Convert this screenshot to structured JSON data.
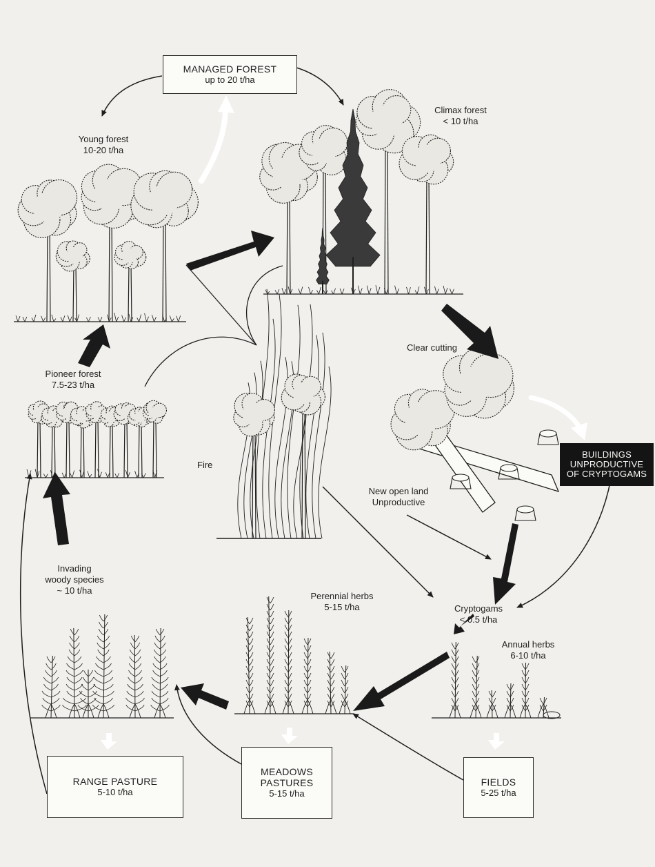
{
  "colors": {
    "background": "#f1f0ec",
    "ink": "#1e1e1e",
    "foliage_fill": "#e9e8e2",
    "white_arrow": "#ffffff",
    "dark_box": "#141414"
  },
  "boxes": {
    "managed_forest": {
      "title": "MANAGED FOREST",
      "value": "up to 20 t/ha"
    },
    "buildings": {
      "line1": "BUILDINGS",
      "line2": "UNPRODUCTIVE",
      "line3": "OF CRYPTOGAMS"
    },
    "range_pasture": {
      "title": "RANGE PASTURE",
      "value": "5-10 t/ha"
    },
    "meadows_pastures": {
      "line1": "MEADOWS",
      "line2": "PASTURES",
      "value": "5-15 t/ha"
    },
    "fields": {
      "title": "FIELDS",
      "value": "5-25 t/ha"
    }
  },
  "labels": {
    "young_forest": {
      "name": "Young forest",
      "value": "10-20 t/ha"
    },
    "climax_forest": {
      "name": "Climax forest",
      "value": "< 10 t/ha"
    },
    "pioneer_forest": {
      "name": "Pioneer forest",
      "value": "7.5-23 t/ha"
    },
    "clear_cutting": {
      "name": "Clear cutting"
    },
    "fire": {
      "name": "Fire"
    },
    "new_open_land": {
      "line1": "New open land",
      "line2": "Unproductive"
    },
    "invading_woody": {
      "line1": "Invading",
      "line2": "woody species",
      "value": "~ 10 t/ha"
    },
    "perennial_herbs": {
      "name": "Perennial herbs",
      "value": "5-15 t/ha"
    },
    "cryptogams": {
      "name": "Cryptogams",
      "value": "< 0.5 t/ha"
    },
    "annual_herbs": {
      "name": "Annual herbs",
      "value": "6-10 t/ha"
    }
  }
}
